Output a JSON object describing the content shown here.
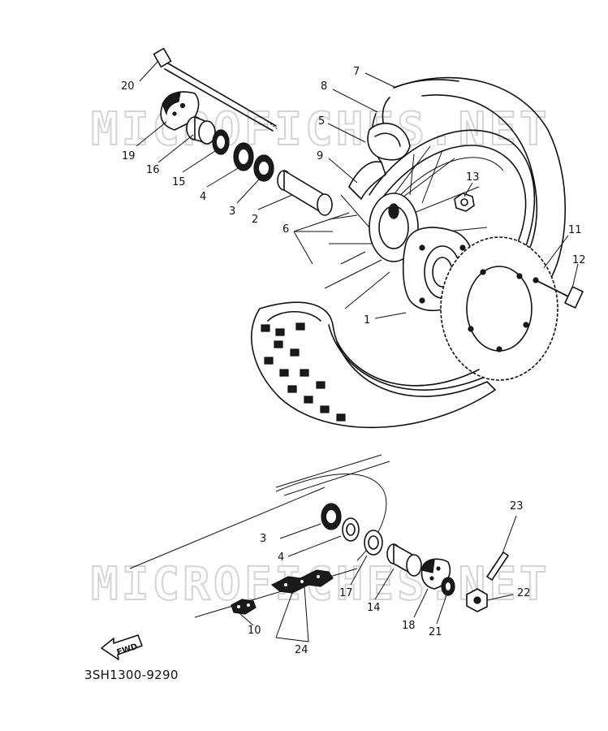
{
  "diagram_code": "3SH1300-9290",
  "watermark_text": "MICROFICHES.NET",
  "fwd_label": "FWD",
  "labels": {
    "l20": "20",
    "l7": "7",
    "l8": "8",
    "l5": "5",
    "l19": "19",
    "l16": "16",
    "l15": "15",
    "l9": "9",
    "l13": "13",
    "l4a": "4",
    "l3a": "3",
    "l2": "2",
    "l6": "6",
    "l11": "11",
    "l12": "12",
    "l1": "1",
    "l23": "23",
    "l3b": "3",
    "l4b": "4",
    "l17": "17",
    "l14": "14",
    "l22": "22",
    "l10": "10",
    "l18": "18",
    "l21": "21",
    "l24": "24"
  }
}
